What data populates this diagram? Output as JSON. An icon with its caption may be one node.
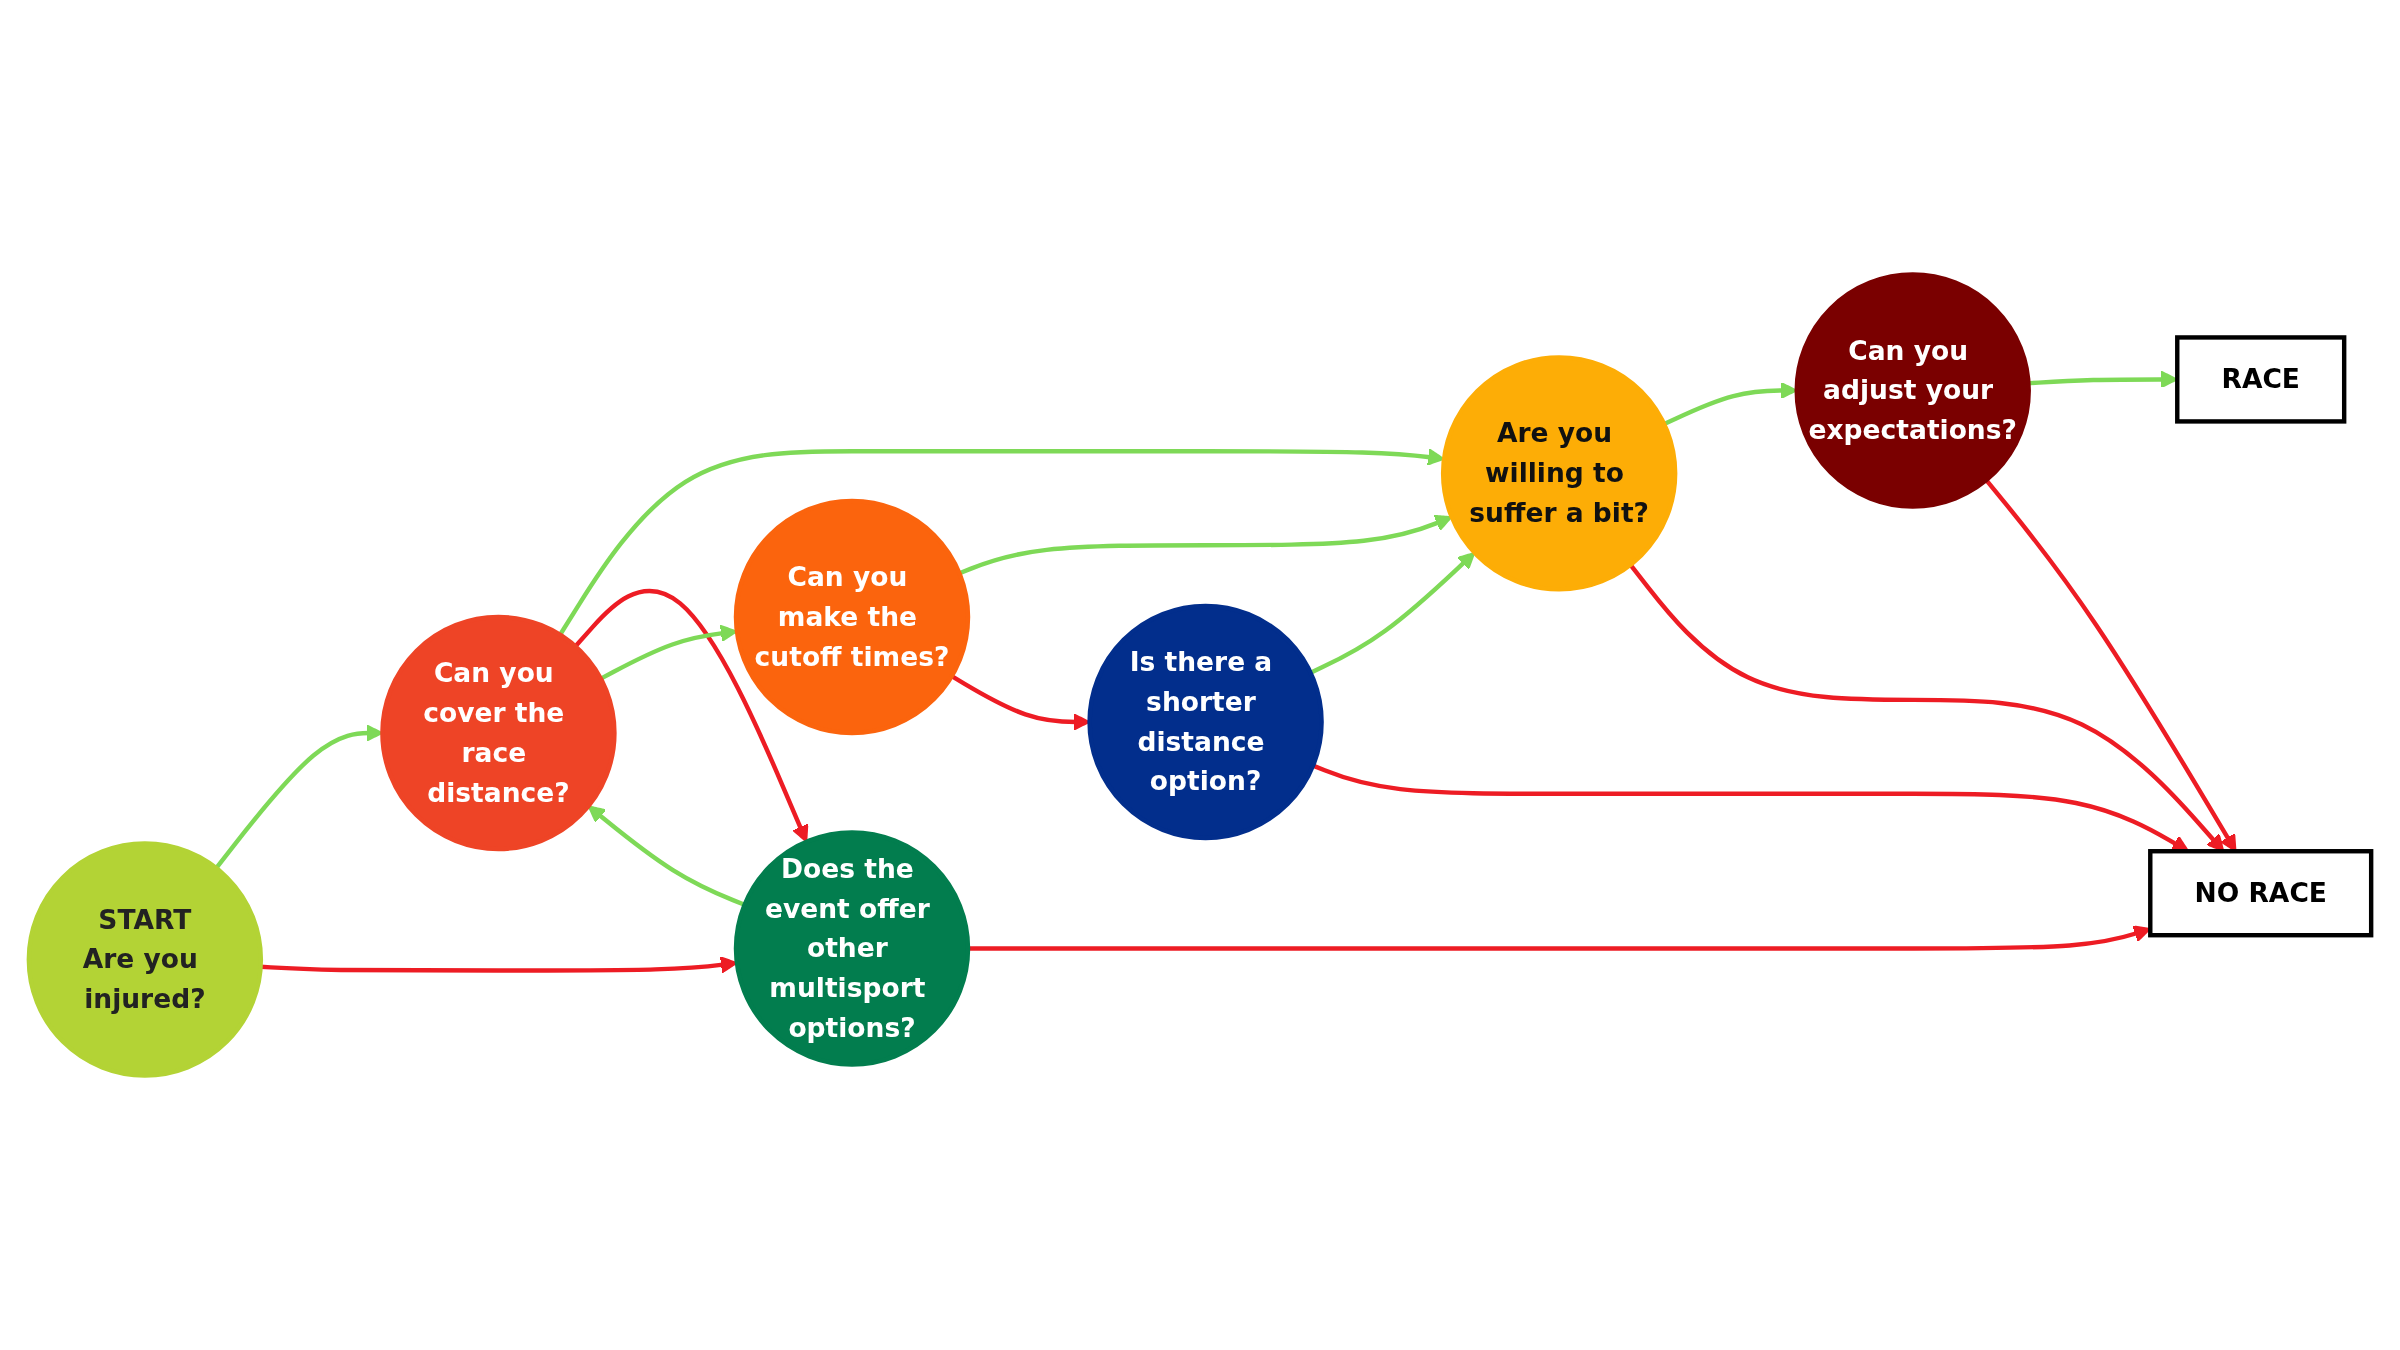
{
  "diagram": {
    "nodes": [
      {
        "text": [
          "START",
          "Are you injured?"
        ]
      },
      {
        "text": [
          "Can you cover the race distance?"
        ]
      },
      {
        "text": [
          "Are you willing to suffer a bit?"
        ]
      },
      {
        "text": [
          "RACE"
        ]
      },
      {
        "text": [
          "Can you adjust your expectations?"
        ]
      },
      {
        "text": [
          "Does the event offer other multisport options?"
        ]
      },
      {
        "text": [
          "Can you make the cutoff times?"
        ]
      },
      {
        "text": [
          "Is there a shorter distance option?"
        ]
      },
      {
        "text": [
          "NO RACE"
        ]
      }
    ],
    "edges": [
      {
        "from": 0,
        "to": 1,
        "arrow": "to"
      },
      {
        "from": 0,
        "to": 5,
        "arrow": "to",
        "color": "#ed1c24"
      },
      {
        "from": 1,
        "to": 2,
        "arrow": "to"
      },
      {
        "from": 1,
        "to": 5,
        "arrow": "to",
        "color": "#ed1c24"
      },
      {
        "from": 5,
        "to": 1,
        "arrow": "to"
      },
      {
        "from": 1,
        "to": 6,
        "arrow": "to"
      },
      {
        "from": 6,
        "to": 2,
        "arrow": "to"
      },
      {
        "from": 6,
        "to": 7,
        "arrow": "to",
        "color": "#ed1c24"
      },
      {
        "from": 7,
        "to": 2,
        "arrow": "to"
      },
      {
        "from": 7,
        "to": 8,
        "arrow": "to",
        "color": "#ed1c24"
      },
      {
        "from": 2,
        "to": 4,
        "arrow": "to"
      },
      {
        "from": 2,
        "to": 8,
        "arrow": "to",
        "color": "#ed1c24"
      },
      {
        "from": 4,
        "to": 3,
        "arrow": "to"
      },
      {
        "from": 4,
        "to": 8,
        "arrow": "to",
        "color": "#ed1c24"
      },
      {
        "from": 5,
        "to": 8,
        "arrow": "to",
        "color": "#ed1c24"
      }
    ]
  }
}
